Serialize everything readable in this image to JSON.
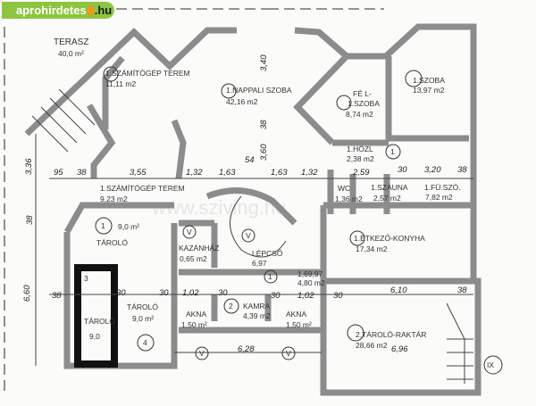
{
  "logo": {
    "prefix": "aprohirdetes",
    "mark": "e",
    "suffix": ".hu"
  },
  "watermark": "www.sziving.hu",
  "rooms": {
    "terasz": {
      "name": "TERASZ",
      "area": "40,0 m²"
    },
    "szamitogep1": {
      "name": "1.SZÁMÍTÓGÉP TEREM",
      "area": "11,11 m2"
    },
    "nappali": {
      "name": "1.NAPPALI SZOBA",
      "area": "42,16 m2"
    },
    "felszoba": {
      "name1": "FÉ L-",
      "name2": "1.SZOBA",
      "area": "8,74 m2"
    },
    "szoba": {
      "name": "1.SZOBA",
      "area": "13,97 m2"
    },
    "hozl": {
      "name": "1.HÖZL",
      "area": "2,38 m2"
    },
    "wc": {
      "name": "WC",
      "area": "1,36 m2"
    },
    "szauna": {
      "name": "1.SZAUNA",
      "area": "2,57 m2"
    },
    "furdo": {
      "name": "1.FÜ.SZÓ.",
      "area": "7,82 m2"
    },
    "szamitogep2": {
      "name": "1.SZÁMÍTÓGÉP TEREM",
      "area": "9,23 m2"
    },
    "tarolo1": {
      "name": "TÁROLÓ",
      "area": "9,0 m²",
      "num": "1"
    },
    "kazanhaz": {
      "name": "KAZÁNHÁZ",
      "area": "0,65 m2"
    },
    "lepcso": {
      "name": "LÉPCSŐ",
      "area": "6,97"
    },
    "konyha": {
      "name": "1.ÉTKEZŐ-KONYHA",
      "area": "17,34 m2"
    },
    "eloter": {
      "name": "1,69,97",
      "area": "4,80 m2"
    },
    "tarolo4": {
      "name": "TÁROLÓ",
      "area": "9,0 m²",
      "num": "4"
    },
    "tarolo3": {
      "name": "TÁROLÓ",
      "area": "9,0",
      "num": "3"
    },
    "kamra": {
      "name": "KAMRA",
      "area": "4,39 m2",
      "num": "2"
    },
    "akna1": {
      "name": "AKNA",
      "area": "1,50 m²"
    },
    "akna2": {
      "name": "AKNA",
      "area": "1,50 m²"
    },
    "raktar": {
      "name": "2.TÁROLÓ-RAKTÁR",
      "area": "28,66 m2"
    }
  },
  "markers": {
    "v": "V",
    "one": "1",
    "axis": "IX"
  },
  "dimensions": {
    "h_top": [
      "95",
      "38",
      "3,55",
      "1,32",
      "1,63",
      "54",
      "1,63",
      "1,32",
      "2,59",
      "30",
      "3,20",
      "38"
    ],
    "v_center": [
      "3,40",
      "38",
      "3,60"
    ],
    "v_left": [
      "3,36",
      "38",
      "6,60"
    ],
    "h_mid": [
      "38",
      "30",
      "30",
      "1,02",
      "30",
      "30",
      "1,02",
      "30",
      "6,10",
      "38"
    ],
    "h_bottom": [
      "6,28",
      "6,96"
    ]
  }
}
